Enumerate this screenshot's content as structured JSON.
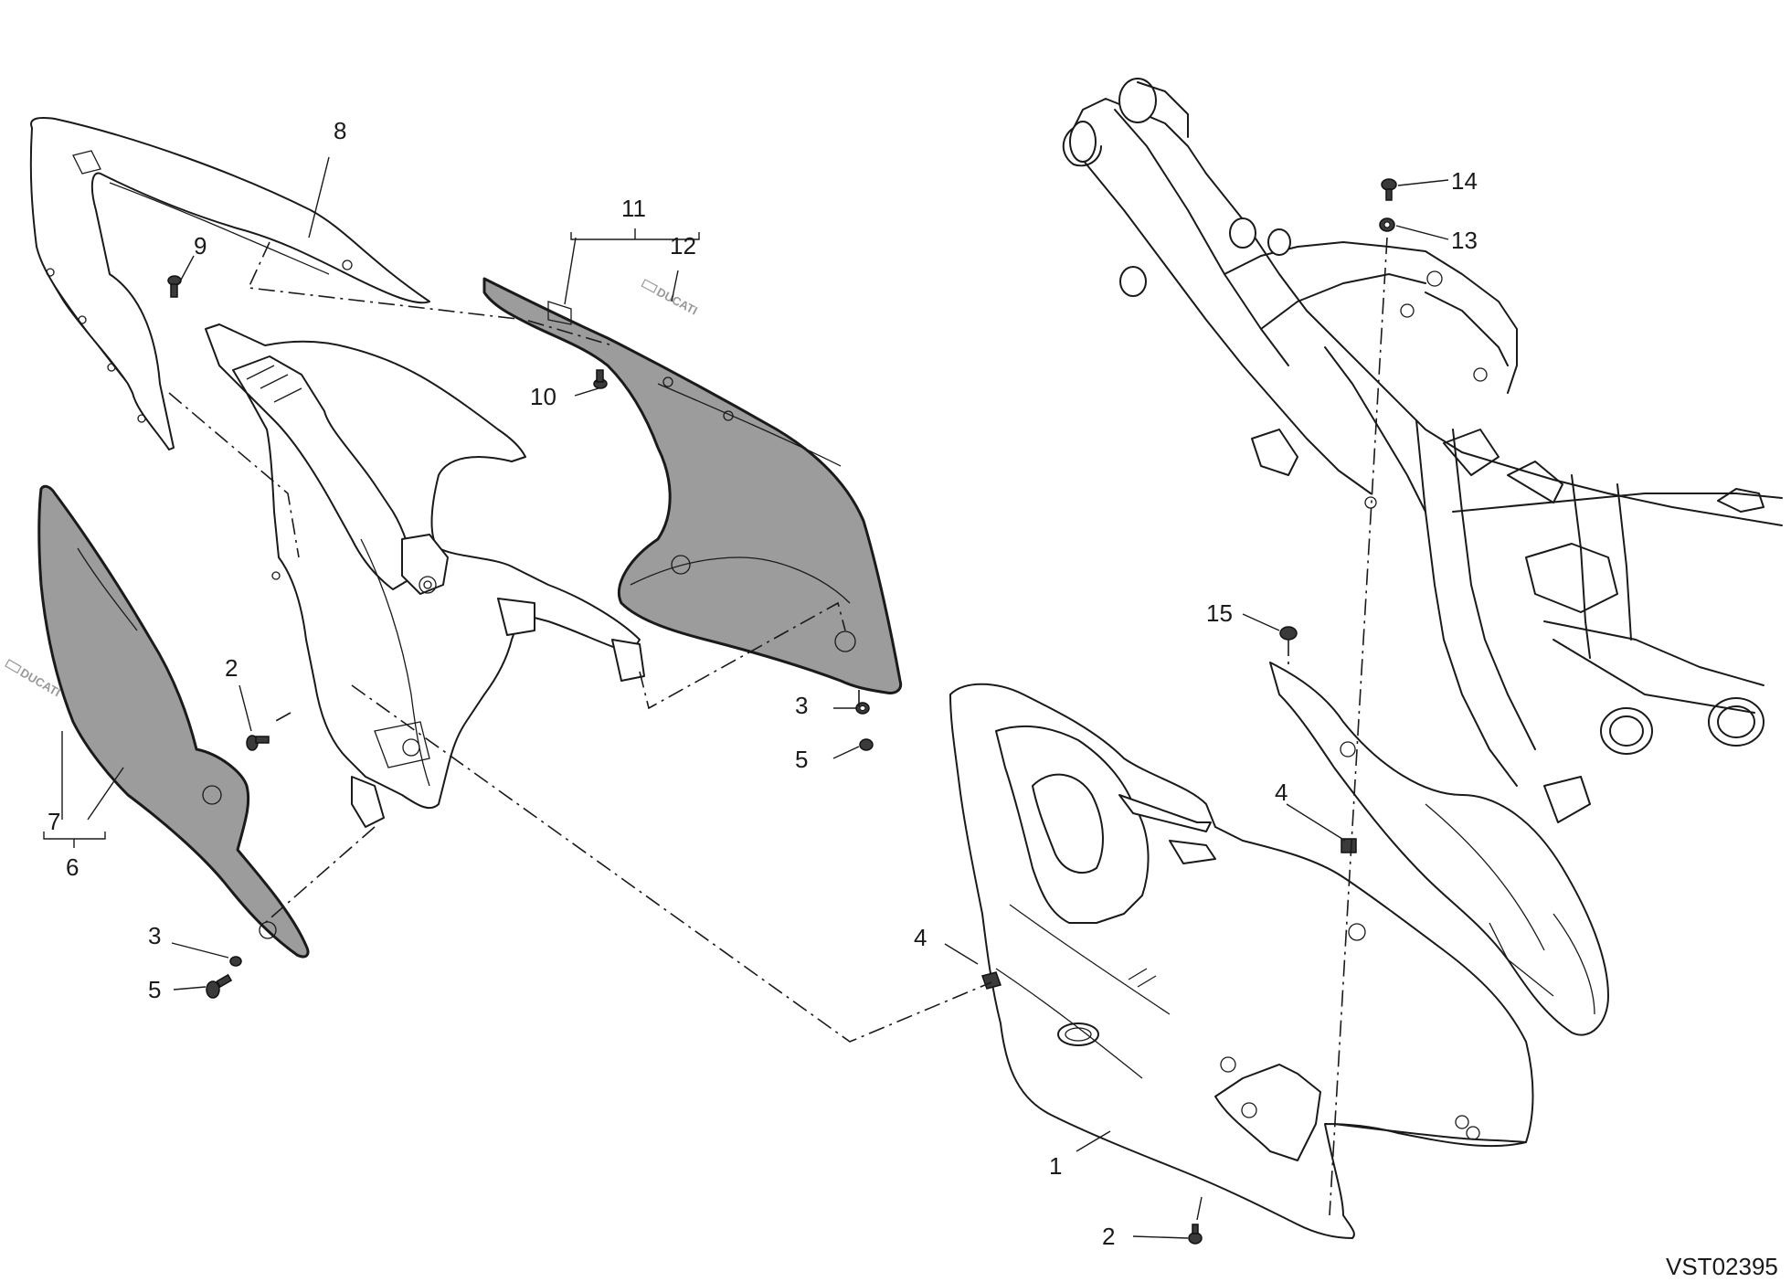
{
  "diagram": {
    "reference_code": "VST02395",
    "callouts": [
      {
        "id": "c1",
        "label": "1"
      },
      {
        "id": "c2a",
        "label": "2"
      },
      {
        "id": "c2b",
        "label": "2"
      },
      {
        "id": "c3a",
        "label": "3"
      },
      {
        "id": "c3b",
        "label": "3"
      },
      {
        "id": "c4a",
        "label": "4"
      },
      {
        "id": "c4b",
        "label": "4"
      },
      {
        "id": "c5a",
        "label": "5"
      },
      {
        "id": "c5b",
        "label": "5"
      },
      {
        "id": "c6",
        "label": "6"
      },
      {
        "id": "c7",
        "label": "7"
      },
      {
        "id": "c8",
        "label": "8"
      },
      {
        "id": "c9",
        "label": "9"
      },
      {
        "id": "c10",
        "label": "10"
      },
      {
        "id": "c11",
        "label": "11"
      },
      {
        "id": "c12",
        "label": "12"
      },
      {
        "id": "c13",
        "label": "13"
      },
      {
        "id": "c14",
        "label": "14"
      },
      {
        "id": "c15",
        "label": "15"
      }
    ],
    "decal_text": "DUCATI",
    "colors": {
      "line": "#1a1a1a",
      "panel_fill": "#9c9c9c",
      "background": "#ffffff"
    }
  }
}
